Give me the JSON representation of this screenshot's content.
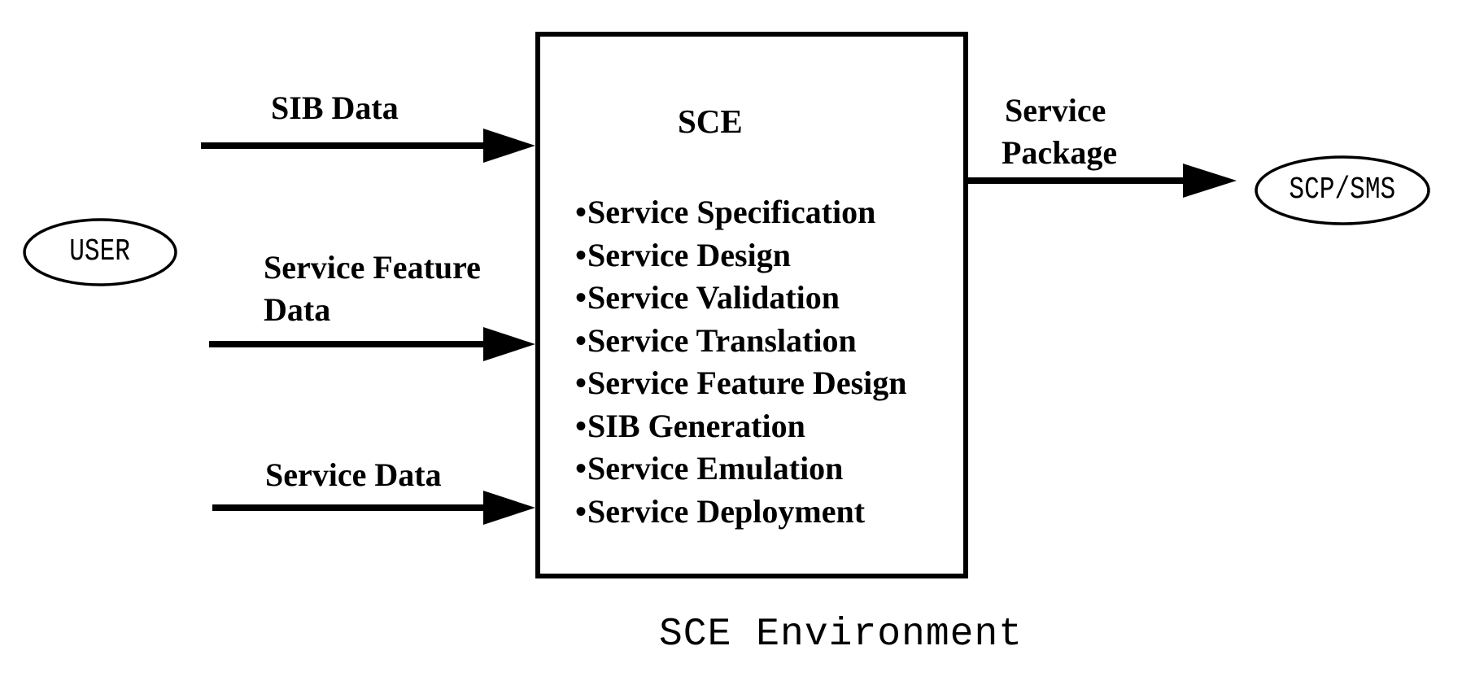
{
  "nodes": {
    "user": "USER",
    "scp_sms": "SCP/SMS",
    "sce_title": "SCE"
  },
  "inputs": {
    "sib_data": "SIB Data",
    "service_feature_data_line1": "Service Feature",
    "service_feature_data_line2": "Data",
    "service_data": "Service Data"
  },
  "output": {
    "line1": "Service",
    "line2": "Package"
  },
  "sce_functions": [
    "Service Specification",
    "Service Design",
    "Service Validation",
    "Service Translation",
    "Service Feature Design",
    "SIB Generation",
    "Service Emulation",
    "Service Deployment"
  ],
  "caption": "SCE Environment"
}
